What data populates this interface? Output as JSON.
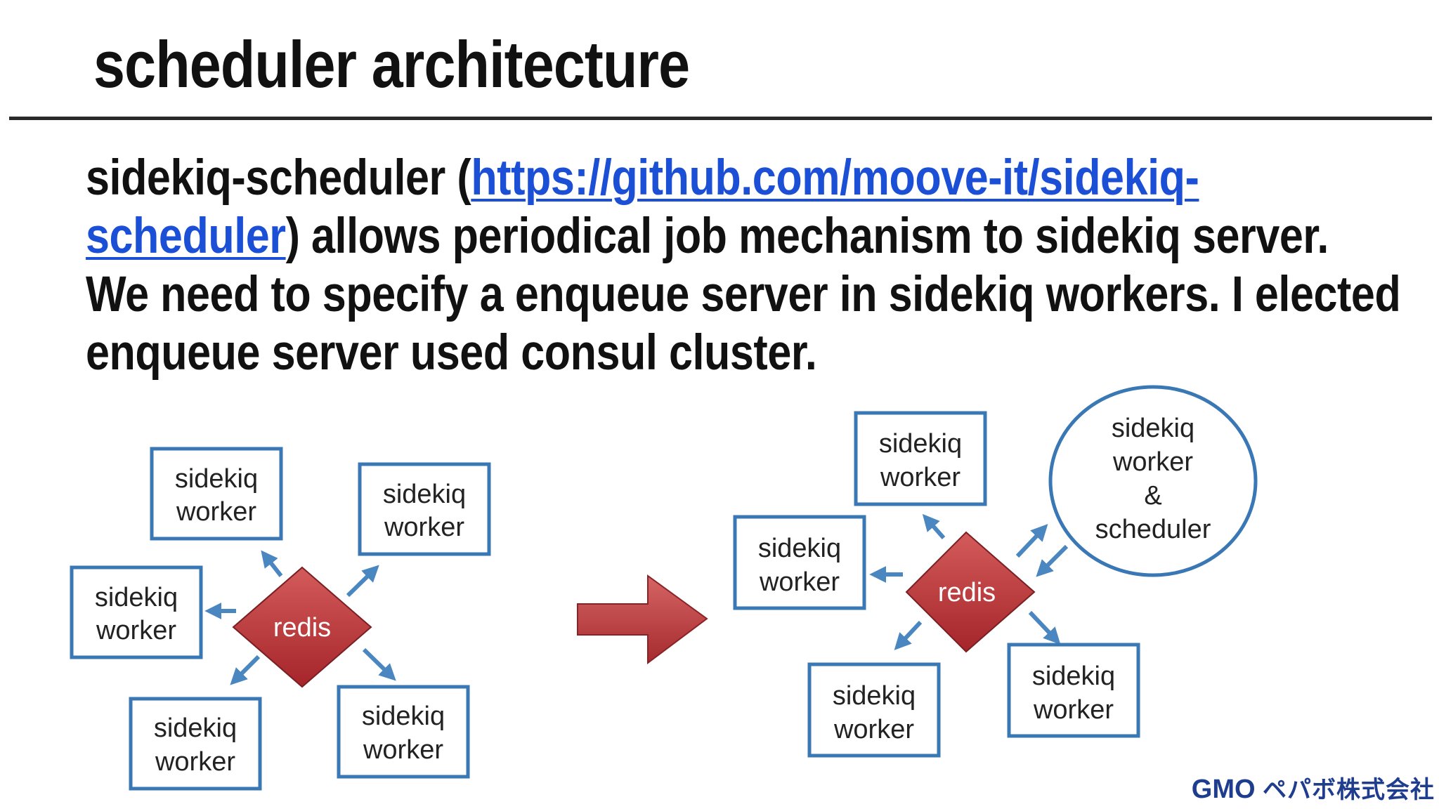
{
  "slide": {
    "title": "scheduler architecture",
    "body": {
      "line1_before": "sidekiq-scheduler (",
      "link_part1": "https://github.com/moove-it/sidekiq-",
      "link_part2": "scheduler",
      "line2_after": ") allows periodical job mechanism to sidekiq server.",
      "line3": "We need to specify a enqueue server in sidekiq workers. I elected",
      "line4": "enqueue server used consul cluster."
    }
  },
  "diagram_before": {
    "hub": "redis",
    "workers": [
      {
        "line1": "sidekiq",
        "line2": "worker"
      },
      {
        "line1": "sidekiq",
        "line2": "worker"
      },
      {
        "line1": "sidekiq",
        "line2": "worker"
      },
      {
        "line1": "sidekiq",
        "line2": "worker"
      },
      {
        "line1": "sidekiq",
        "line2": "worker"
      }
    ]
  },
  "diagram_after": {
    "hub": "redis",
    "workers": [
      {
        "line1": "sidekiq",
        "line2": "worker"
      },
      {
        "line1": "sidekiq",
        "line2": "worker"
      },
      {
        "line1": "sidekiq",
        "line2": "worker"
      },
      {
        "line1": "sidekiq",
        "line2": "worker"
      }
    ],
    "scheduler_node": {
      "line1": "sidekiq",
      "line2": "worker",
      "line3": "&",
      "line4": "scheduler"
    }
  },
  "footer": {
    "brand": "GMO",
    "company": "ペパボ株式会社"
  },
  "colors": {
    "box_border": "#3a78b5",
    "arrow": "#4a86c0",
    "redis_top": "#d45b5b",
    "redis_bottom": "#a5252a",
    "link": "#1b4fd6",
    "logo": "#1f3d8f"
  },
  "icons": [
    "right-arrow-icon"
  ]
}
